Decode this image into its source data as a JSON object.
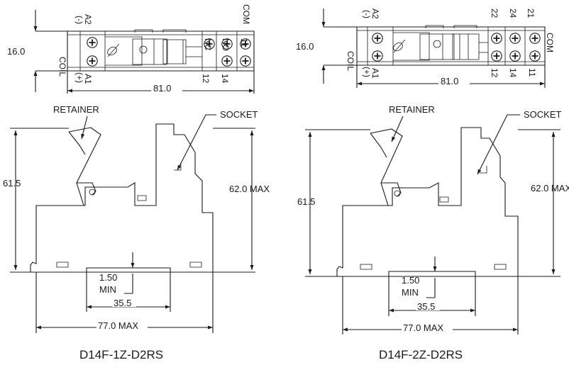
{
  "diagrams": [
    {
      "model": "D14F-1Z-D2RS",
      "top_view": {
        "height": "16.0",
        "width": "81.0",
        "coil_label": "COIL",
        "a2_label": "A2",
        "a2_sign": "(-)",
        "a1_label": "A1",
        "a1_sign": "(+)",
        "top_terms": [
          "NC",
          "NO",
          "11"
        ],
        "com_label": "COM",
        "bottom_terms": [
          "12",
          "14"
        ]
      },
      "side_view": {
        "retainer": "RETAINER",
        "socket": "SOCKET",
        "height_left": "61.5",
        "height_right": "62.0 MAX",
        "clearance": "1.50",
        "clearance_unit": "MIN",
        "rail": "35.5",
        "overall": "77.0 MAX"
      }
    },
    {
      "model": "D14F-2Z-D2RS",
      "top_view": {
        "height": "16.0",
        "width": "81.0",
        "coil_label": "COIL",
        "a2_label": "A2",
        "a2_sign": "(-)",
        "a1_label": "A1",
        "a1_sign": "(+)",
        "top_terms": [
          "22",
          "24",
          "21"
        ],
        "com_label": "COM",
        "bottom_terms": [
          "12",
          "14",
          "11"
        ]
      },
      "side_view": {
        "retainer": "RETAINER",
        "socket": "SOCKET",
        "height_left": "61.5",
        "height_right": "62.0 MAX",
        "clearance": "1.50",
        "clearance_unit": "MIN",
        "rail": "35.5",
        "overall": "77.0 MAX"
      }
    }
  ]
}
